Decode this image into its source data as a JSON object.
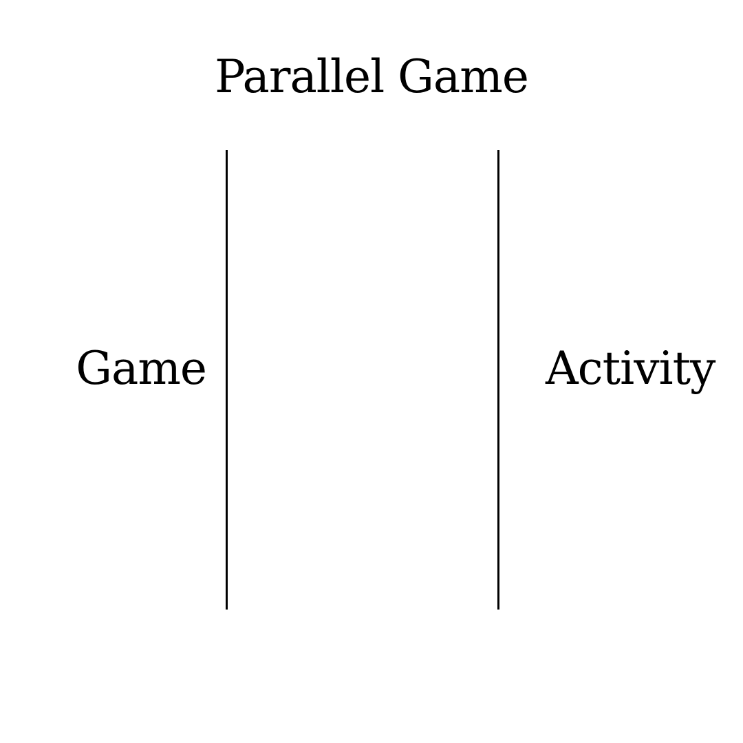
{
  "title": "Parallel Game",
  "labels": {
    "left": "Game",
    "right": "Activity"
  },
  "colors": {
    "background": "#ffffff",
    "foreground": "#000000"
  }
}
